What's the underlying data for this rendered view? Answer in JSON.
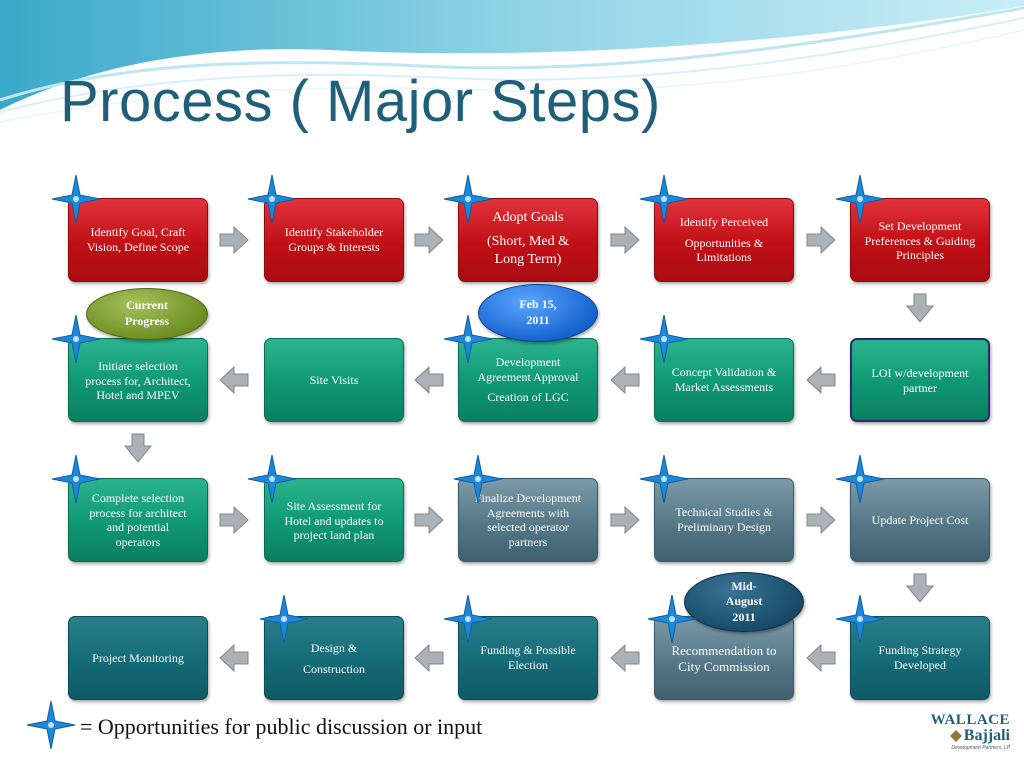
{
  "slide": {
    "title": "Process ( Major Steps)",
    "legend_text": "= Opportunities for public discussion or input"
  },
  "milestones": {
    "current": [
      "Current",
      "Progress"
    ],
    "feb": [
      "Feb 15,",
      "2011"
    ],
    "aug": [
      "Mid-",
      "August",
      "2011"
    ]
  },
  "steps": [
    {
      "lines": [
        "Identify Goal, Craft",
        "Vision, Define Scope"
      ]
    },
    {
      "lines": [
        "Identify Stakeholder",
        "Groups & Interests"
      ]
    },
    {
      "lines": [
        "Adopt Goals",
        "(Short, Med &",
        "Long Term)"
      ]
    },
    {
      "lines": [
        "Identify Perceived",
        "Opportunities &",
        "Limitations"
      ]
    },
    {
      "lines": [
        "Set Development",
        "Preferences & Guiding",
        "Principles"
      ]
    },
    {
      "lines": [
        "Initiate selection",
        "process for, Architect,",
        "Hotel and  MPEV"
      ]
    },
    {
      "lines": [
        "Site Visits"
      ]
    },
    {
      "lines": [
        "Development",
        "Agreement Approval",
        "Creation of LGC"
      ]
    },
    {
      "lines": [
        "Concept Validation &",
        "Market Assessments"
      ]
    },
    {
      "lines": [
        "LOI w/development",
        "partner"
      ]
    },
    {
      "lines": [
        "Complete selection",
        "process for architect",
        "and potential",
        "operators"
      ]
    },
    {
      "lines": [
        "Site Assessment for",
        "Hotel and updates to",
        "project land plan"
      ]
    },
    {
      "lines": [
        "Finalize Development",
        "Agreements with",
        "selected operator",
        "partners"
      ]
    },
    {
      "lines": [
        "Technical Studies &",
        "Preliminary Design"
      ]
    },
    {
      "lines": [
        "Update Project Cost"
      ]
    },
    {
      "lines": [
        "Project Monitoring"
      ]
    },
    {
      "lines": [
        "Design  &",
        "Construction"
      ]
    },
    {
      "lines": [
        "Funding  & Possible",
        "Election"
      ]
    },
    {
      "lines": [
        "Recommendation to",
        "City Commission"
      ]
    },
    {
      "lines": [
        "Funding Strategy",
        "Developed"
      ]
    }
  ],
  "logo": {
    "line1": "WALLACE",
    "line2": "Bajjali",
    "line3": "Development Partners, LP"
  },
  "colors": {
    "title": "#1f5f79",
    "red_box": "#c01016",
    "green_box": "#0f9774",
    "gray_box": "#557887",
    "teal_box": "#146a76",
    "star": "#1e88d8"
  }
}
